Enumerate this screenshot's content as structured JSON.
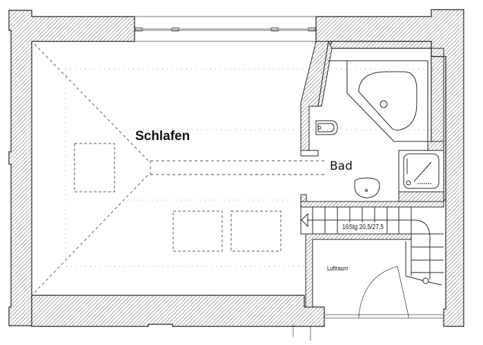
{
  "drawing": {
    "type": "floor-plan",
    "rooms": [
      {
        "id": "schlafen",
        "label": "Schlafen"
      },
      {
        "id": "bad",
        "label": "Bad"
      },
      {
        "id": "luftraum",
        "label": "Luftraum"
      }
    ],
    "stair": {
      "annotation": "16Stg 20,5/27,5",
      "steps": 16,
      "rise_cm": "20,5",
      "run_cm": "27,5"
    },
    "fixtures": [
      "corner-bathtub",
      "toilet",
      "washbasin",
      "shower-tray"
    ],
    "colors": {
      "line": "#222222",
      "hatch": "#555555",
      "background": "#ffffff",
      "dotted": "#9a9a9a"
    }
  }
}
